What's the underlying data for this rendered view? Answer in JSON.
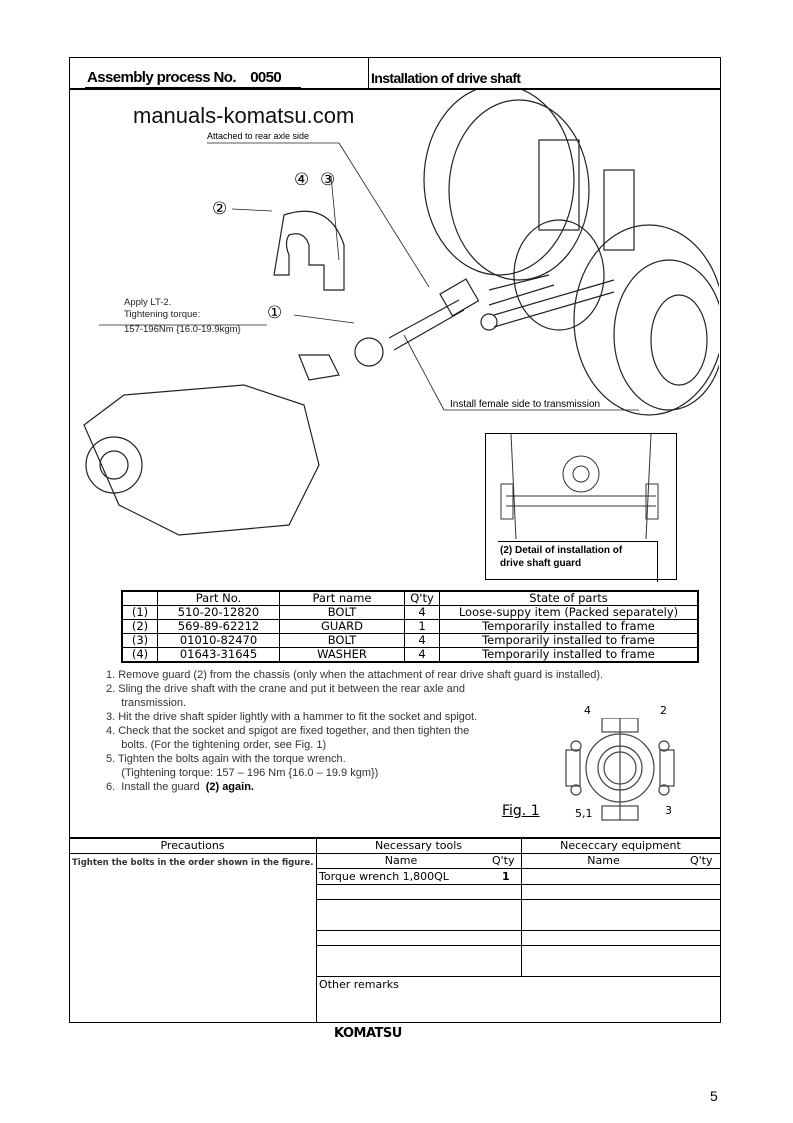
{
  "header": {
    "process_label": "Assembly process No.",
    "process_no": "0050",
    "title": "Installation of drive shaft"
  },
  "watermark": "manuals-komatsu.com",
  "callouts": {
    "rear_axle": "Attached to rear axle side",
    "lt2": "Apply LT-2.",
    "torque_label": "Tightening torque:",
    "torque_value": "157-196Nm {16.0-19.9kgm}",
    "female_side": "Install female side to transmission",
    "detail_caption_1": "(2) Detail of installation of",
    "detail_caption_2": "drive shaft guard",
    "markers": [
      "①",
      "②",
      "③",
      "④"
    ]
  },
  "parts_table": {
    "headers": [
      "",
      "Part No.",
      "Part name",
      "Q'ty",
      "State of parts"
    ],
    "rows": [
      [
        "(1)",
        "510-20-12820",
        "BOLT",
        "4",
        "Loose-suppy item (Packed separately)"
      ],
      [
        "(2)",
        "569-89-62212",
        "GUARD",
        "1",
        "Temporarily installed to frame"
      ],
      [
        "(3)",
        "01010-82470",
        "BOLT",
        "4",
        "Temporarily installed to frame"
      ],
      [
        "(4)",
        "01643-31645",
        "WASHER",
        "4",
        "Temporarily installed to frame"
      ]
    ]
  },
  "steps": [
    "1.  Remove guard (2) from the chassis (only when the attachment of rear drive shaft guard is installed).",
    "2.  Sling the drive shaft with the crane and put it between the rear axle and",
    "     transmission.",
    "3.  Hit the drive shaft spider lightly with a hammer to fit the socket and spigot.",
    "4.  Check that the socket and spigot are fixed together, and then tighten the",
    "     bolts. (For the tightening order, see Fig. 1)",
    "5.  Tighten the bolts again with the torque wrench.",
    "     (Tightening torque: 157 – 196 Nm {16.0 – 19.9 kgm})",
    "6.  Install the guard"
  ],
  "step6_bold": "(2) again.",
  "figure": {
    "caption": "Fig. 1",
    "labels": {
      "top_left": "4",
      "top_right": "2",
      "bottom_left": "5,1",
      "bottom_right": "3"
    }
  },
  "bottom": {
    "precautions_header": "Precautions",
    "precautions_text": "Tighten the bolts in the order shown in the figure.",
    "tools_header": "Necessary tools",
    "equipment_header": "Nececcary equipment",
    "name_col": "Name",
    "qty_col": "Q'ty",
    "tools": [
      {
        "name": "Torque wrench 1,800QL",
        "qty": "1"
      }
    ],
    "other_remarks": "Other remarks"
  },
  "footer": {
    "logo": "KOMATSU",
    "page_number": "5"
  }
}
